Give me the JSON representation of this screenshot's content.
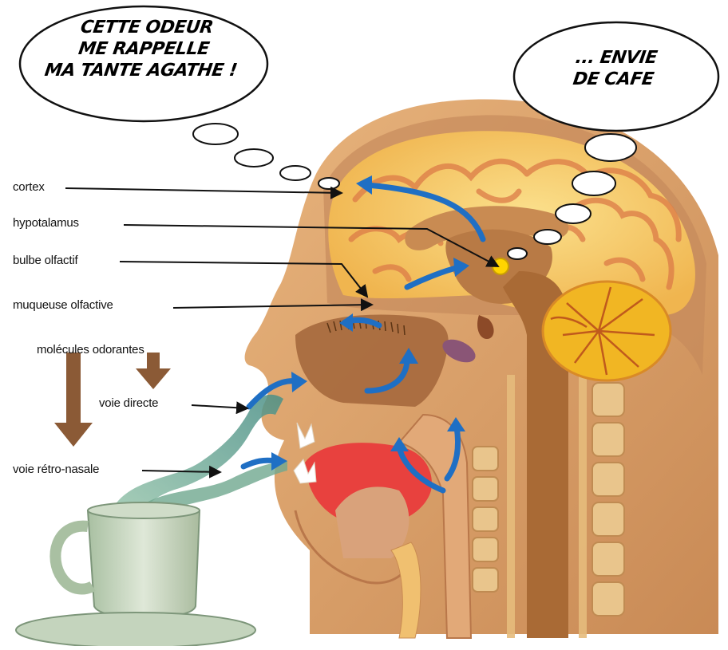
{
  "thought_bubbles": {
    "left": {
      "lines": [
        "CETTE ODEUR",
        "ME RAPPELLE",
        "MA TANTE AGATHE !"
      ]
    },
    "right": {
      "lines": [
        "... ENVIE",
        "DE CAFE"
      ]
    }
  },
  "labels": {
    "cortex": "cortex",
    "hypotalamus": "hypotalamus",
    "bulbe": "bulbe olfactif",
    "muqueuse": "muqueuse olfactive",
    "molecules": "molécules odorantes",
    "voie_directe": "voie directe",
    "voie_retro": "voie rétro-nasale"
  },
  "colors": {
    "skin": "#d9a06b",
    "brain": "#f3c560",
    "brain_fold": "#dd7f4a",
    "flow_arrow": "#1f6fc4",
    "steam": "#7fb79a",
    "tongue": "#e8413e",
    "down_arrow": "#8b5a36",
    "cerebellum": "#f1b623"
  }
}
